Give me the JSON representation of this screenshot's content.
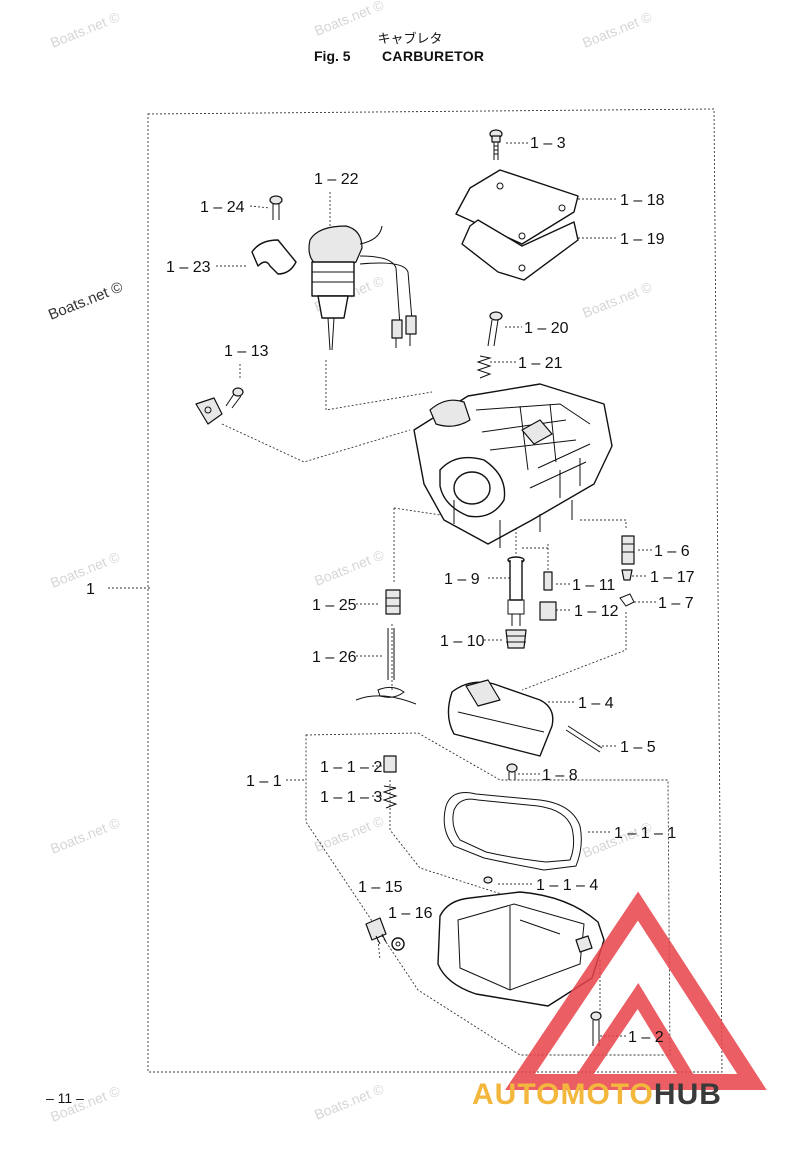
{
  "header": {
    "title_jp": "キャブレタ",
    "fig": "Fig. 5",
    "title": "CARBURETOR"
  },
  "page_number": "– 11 –",
  "watermark": "Boats.net ©",
  "brand": {
    "part1": "AUTOMOTO",
    "part2": "HUB",
    "colors": {
      "red": "#e8434a",
      "orange": "#f2b73c",
      "dark": "#3a3a3a"
    }
  },
  "parts": [
    {
      "id": "1-3",
      "label": "1 – 3"
    },
    {
      "id": "1-18",
      "label": "1 – 18"
    },
    {
      "id": "1-19",
      "label": "1 – 19"
    },
    {
      "id": "1-22",
      "label": "1 – 22"
    },
    {
      "id": "1-24",
      "label": "1 – 24"
    },
    {
      "id": "1-23",
      "label": "1 – 23"
    },
    {
      "id": "1-20",
      "label": "1 – 20"
    },
    {
      "id": "1-21",
      "label": "1 – 21"
    },
    {
      "id": "1-13",
      "label": "1 – 13"
    },
    {
      "id": "1-6",
      "label": "1 – 6"
    },
    {
      "id": "1-17",
      "label": "1 – 17"
    },
    {
      "id": "1-9",
      "label": "1 – 9"
    },
    {
      "id": "1-11",
      "label": "1 – 11"
    },
    {
      "id": "1-7",
      "label": "1 – 7"
    },
    {
      "id": "1",
      "label": "1"
    },
    {
      "id": "1-25",
      "label": "1 – 25"
    },
    {
      "id": "1-12",
      "label": "1 – 12"
    },
    {
      "id": "1-10",
      "label": "1 – 10"
    },
    {
      "id": "1-26",
      "label": "1 – 26"
    },
    {
      "id": "1-4",
      "label": "1 – 4"
    },
    {
      "id": "1-5",
      "label": "1 – 5"
    },
    {
      "id": "1-1-2",
      "label": "1 – 1 – 2"
    },
    {
      "id": "1-1",
      "label": "1 – 1"
    },
    {
      "id": "1-8",
      "label": "1 – 8"
    },
    {
      "id": "1-1-3",
      "label": "1 – 1 – 3"
    },
    {
      "id": "1-1-1",
      "label": "1 – 1 – 1"
    },
    {
      "id": "1-15",
      "label": "1 – 15"
    },
    {
      "id": "1-1-4",
      "label": "1 – 1 – 4"
    },
    {
      "id": "1-16",
      "label": "1 – 16"
    },
    {
      "id": "1-2",
      "label": "1 – 2"
    }
  ]
}
